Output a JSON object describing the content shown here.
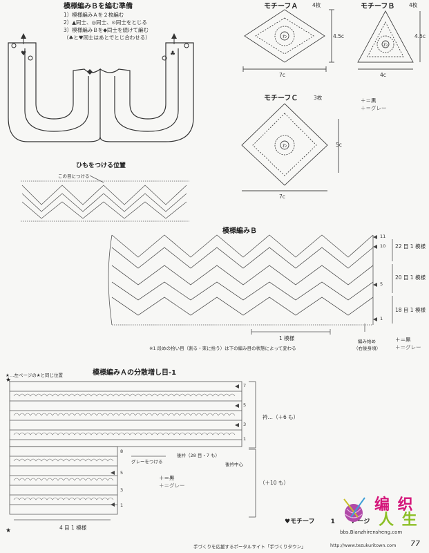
{
  "prep": {
    "title": "模様編みＢを編む準備",
    "steps": [
      "1）模様編みＡを２枚編む",
      "2）▲同士、◎同士、⊙同士をとじる",
      "3）模様編みＢを◆同士を続けて編む",
      "（♣と♥同士はあとでとじ合わせる）"
    ]
  },
  "motifs": {
    "a": {
      "title": "モチーフＡ",
      "count": "4枚",
      "w": "7c",
      "h": "4.5c"
    },
    "b": {
      "title": "モチーフＢ",
      "count": "4枚",
      "w": "4c",
      "h": "4.5c"
    },
    "c": {
      "title": "モチーフＣ",
      "count": "3枚",
      "w": "7c",
      "h": "5c"
    },
    "center": "わ"
  },
  "legend_top": [
    "＋＝黒",
    "＋＝グレー"
  ],
  "cord": {
    "title": "ひもをつける位置",
    "note": "この目につける"
  },
  "pattern_b": {
    "title": "模様編みＢ",
    "rows": [
      "11",
      "10",
      "5",
      "1"
    ],
    "groups": [
      "22 目 1 模様",
      "20 目 1 模様",
      "18 目 1 模様"
    ],
    "repeat": "1 模様",
    "note": "※1 段めの拾い目（割る・束に拾う）は下の編み目の状態によって変わる",
    "start_1": "編み始め",
    "start_2": "（右後身頃）",
    "legend": [
      "＋＝黒",
      "＋＝グレー"
    ]
  },
  "pattern_a": {
    "title": "模様編みＡの分散増し目-1",
    "star_note": "★…左ページの★と同じ位置",
    "rows": [
      "7",
      "5",
      "3",
      "1",
      "8",
      "5",
      "3",
      "1"
    ],
    "collar": "衿…（＋6 も）",
    "gray": "グレーをつける",
    "pickup": "後衿（28 目・7 も）",
    "back_center": "後衿中心",
    "plus10": "（＋10 も）",
    "repeat": "4 目 1 模様",
    "legend": [
      "＋＝黒",
      "＋＝グレー"
    ]
  },
  "footer": {
    "motif_ref": "♥モチーフ",
    "page_ref_1": "1",
    "page_ref_2": "7",
    "page_ref_3": "ージ",
    "portal": "手づくりを応援するポータルサイト「手づくりタウン」",
    "url": "http://www.tezukuritown.com",
    "page_no": "77"
  },
  "watermark": {
    "text1": "编 织",
    "text2": "人 生",
    "url": "bbs.Bianzhirensheng.com"
  }
}
